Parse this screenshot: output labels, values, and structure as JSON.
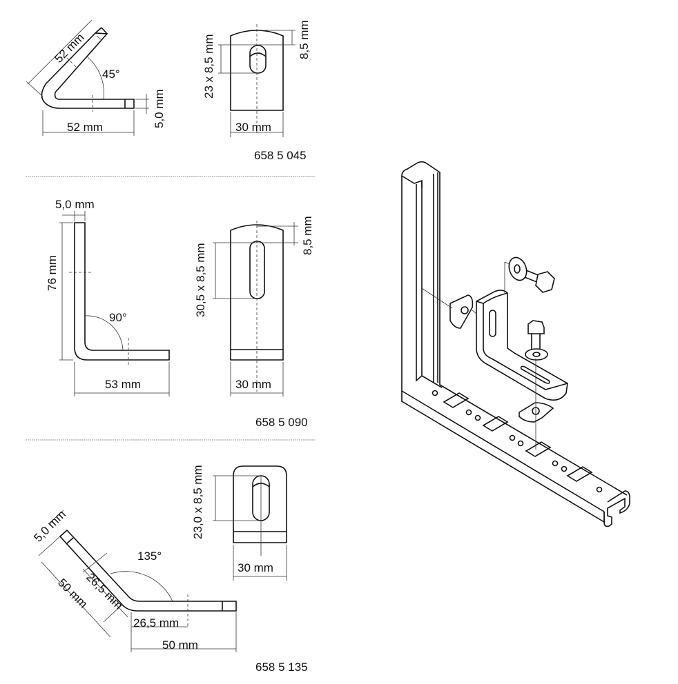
{
  "variants": [
    {
      "article_number": "658 5 045",
      "angle": "45°",
      "leg_length_1": "52 mm",
      "leg_length_2": "52 mm",
      "thickness": "5,0 mm",
      "slot": "23 x 8,5 mm",
      "slot_offset": "8,5 mm",
      "width": "30 mm"
    },
    {
      "article_number": "658 5 090",
      "angle": "90°",
      "leg_length_1": "76 mm",
      "leg_length_2": "53 mm",
      "thickness": "5,0 mm",
      "slot": "30,5 x 8,5 mm",
      "slot_offset": "8,5 mm",
      "width": "30 mm"
    },
    {
      "article_number": "658 5 135",
      "angle": "135°",
      "leg_length_1": "50 mm",
      "leg_length_2": "50 mm",
      "segment_1": "26,5 mm",
      "segment_2": "26,5 mm",
      "thickness": "5,0 mm",
      "slot": "23,0 x 8,5 mm",
      "width": "30 mm"
    }
  ]
}
